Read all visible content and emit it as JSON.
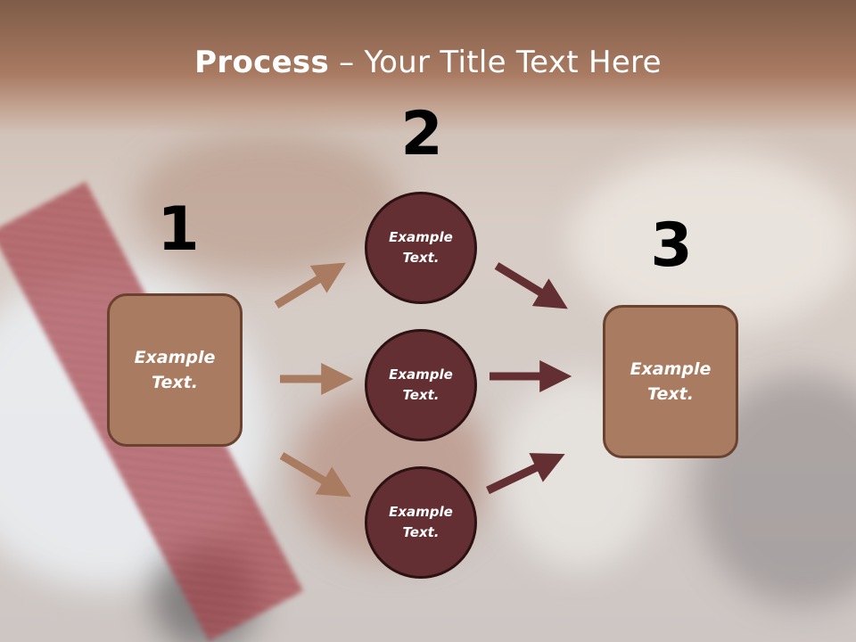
{
  "slide": {
    "title_bold": "Process",
    "title_rest": " – Your Title Text Here",
    "steps": [
      "1",
      "2",
      "3"
    ],
    "left_box": "Example\nText.",
    "right_box": "Example\nText.",
    "circles": [
      "Example\nText.",
      "Example\nText.",
      "Example\nText."
    ]
  },
  "colors": {
    "box_fill": "#a97b60",
    "circle_fill": "#642f32",
    "left_arrow": "#a97b60",
    "right_arrow": "#642f32"
  }
}
